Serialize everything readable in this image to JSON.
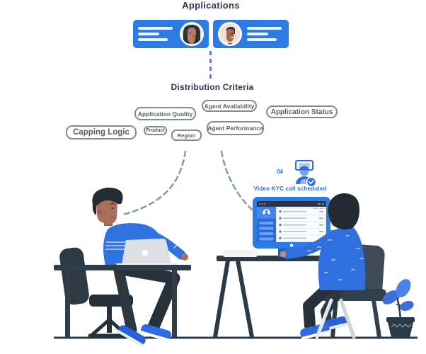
{
  "header": {
    "title": "Applications"
  },
  "applications": {
    "cards": [
      {
        "id": "application-card-1",
        "avatar": "woman-avatar",
        "content": "redacted-text-lines"
      },
      {
        "id": "application-card-2",
        "avatar": "man-avatar",
        "content": "redacted-text-lines"
      }
    ]
  },
  "flow": {
    "title": "Distribution Criteria",
    "criteria": [
      {
        "id": "application-quality",
        "label": "Application Quality"
      },
      {
        "id": "agent-availability",
        "label": "Agent Availability"
      },
      {
        "id": "application-status",
        "label": "Application Status"
      },
      {
        "id": "capping-logic",
        "label": "Capping Logic"
      },
      {
        "id": "product",
        "label": "Product"
      },
      {
        "id": "region",
        "label": "Region"
      },
      {
        "id": "agent-performance",
        "label": "Agent Performance"
      }
    ]
  },
  "schedule": {
    "badge": "04",
    "caption": "Video KYC call scheduled",
    "icon": "scheduled-agent-check-icon"
  },
  "illustration": {
    "left_scene": [
      "left-person-at-laptop",
      "laptop",
      "desk",
      "office-chair"
    ],
    "right_scene": [
      "right-agent-at-monitor",
      "monitor-application-list",
      "desk",
      "office-chair",
      "plant"
    ]
  },
  "colors": {
    "card_blue": "#2d7ce6",
    "accent_blue": "#2d6fe3",
    "heading_navy": "#2b3950",
    "chip_border": "#848a8f",
    "chip_text": "#575f66",
    "connector_indigo": "#5c6bc0",
    "connector_gray": "#8d9ba4",
    "furniture_dark": "#2b3a44",
    "shirt_blue": "#2f6fe0",
    "shoe_blue": "#2e6ae6"
  }
}
